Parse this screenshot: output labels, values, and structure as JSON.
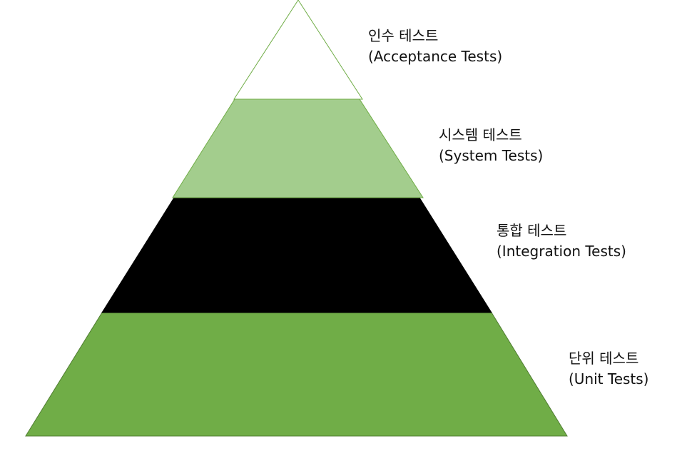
{
  "diagram": {
    "levels": [
      {
        "id": "acceptance",
        "label_ko": "인수 테스트",
        "label_en": "(Acceptance Tests)",
        "fill": "#ffffff",
        "stroke": "#70ad47"
      },
      {
        "id": "system",
        "label_ko": "시스템 테스트",
        "label_en": "(System Tests)",
        "fill": "#a3cd8d",
        "stroke": "#70ad47"
      },
      {
        "id": "integration",
        "label_ko": "통합 테스트",
        "label_en": "(Integration Tests)",
        "fill": "#000000",
        "stroke": "#000000"
      },
      {
        "id": "unit",
        "label_ko": "단위 테스트",
        "label_en": "(Unit Tests)",
        "fill": "#70ad47",
        "stroke": "#507e32"
      }
    ]
  }
}
